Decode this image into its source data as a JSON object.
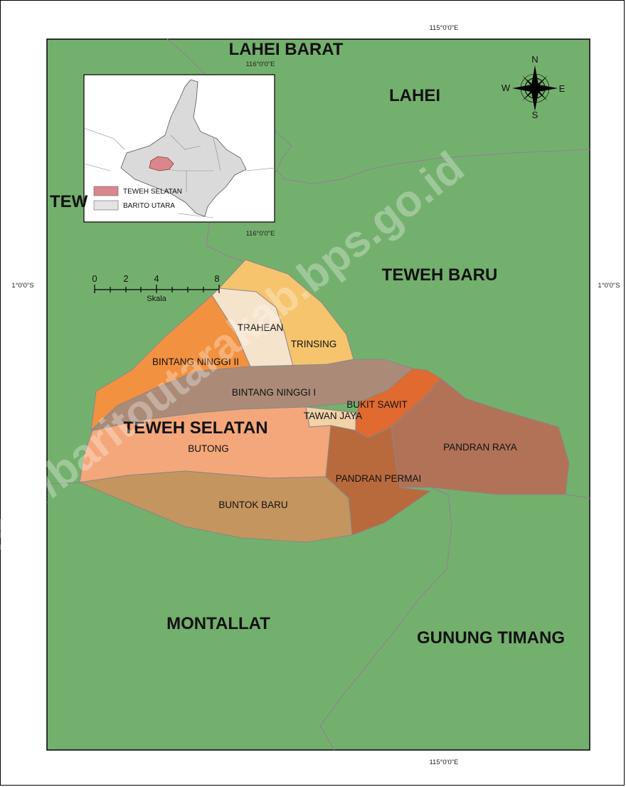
{
  "map": {
    "districts": {
      "lahei_barat": "LAHEI BARAT",
      "lahei": "LAHEI",
      "teweh_tengah_partial": "TEW",
      "teweh_baru": "TEWEH BARU",
      "teweh_selatan": "TEWEH SELATAN",
      "montallat": "MONTALLAT",
      "gunung_timang": "GUNUNG TIMANG"
    },
    "villages": [
      {
        "name": "TRAHEAN",
        "color": "#f6e3cb"
      },
      {
        "name": "TRINSING",
        "color": "#f5c46d"
      },
      {
        "name": "BINTANG NINGGI II",
        "color": "#f2913f"
      },
      {
        "name": "BINTANG NINGGI I",
        "color": "#ab8b77"
      },
      {
        "name": "BUKIT SAWIT",
        "color": "#e06a2f"
      },
      {
        "name": "TAWAN JAYA",
        "color": "#f2d2a9"
      },
      {
        "name": "BUTONG",
        "color": "#f4a77a"
      },
      {
        "name": "PANDRAN RAYA",
        "color": "#b27258"
      },
      {
        "name": "PANDRAN PERMAI",
        "color": "#b96a3c"
      },
      {
        "name": "BUNTOK BARU",
        "color": "#c4955f"
      }
    ],
    "coordinates": {
      "top": "115°0'0\"E",
      "bottom": "115°0'0\"E",
      "left": "1°0'0\"S",
      "right": "1°0'0\"S",
      "inset_top": "116°0'0\"E",
      "inset_bottom": "116°0'0\"E"
    },
    "scale": {
      "ticks": [
        "0",
        "2",
        "4",
        "8"
      ],
      "label": "Skala"
    },
    "compass": {
      "n": "N",
      "s": "S",
      "e": "E",
      "w": "W"
    },
    "legend": [
      {
        "label": "TEWEH SELATAN",
        "color": "#d9868c"
      },
      {
        "label": "BARITO UTARA",
        "color": "#e3e3e3"
      }
    ],
    "watermark": "https://baritoutarakab.bps.go.id",
    "colors": {
      "background_land": "#74b06d",
      "boundary": "#8a8a8a",
      "inset_fill": "#dadada"
    }
  }
}
